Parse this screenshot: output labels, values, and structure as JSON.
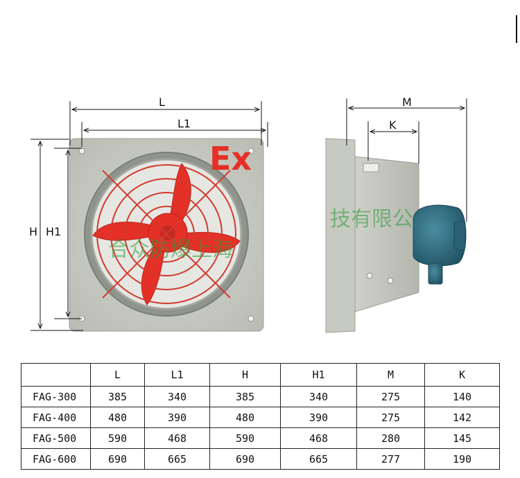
{
  "drawing": {
    "front_dims": {
      "width_outer": "L",
      "width_inner": "L1",
      "height_outer": "H",
      "height_inner": "H1"
    },
    "side_dims": {
      "depth_total": "M",
      "depth_body": "K"
    },
    "ex_mark": "Ex",
    "watermark_left": "合众防爆上海",
    "watermark_right": "技有限公"
  },
  "colors": {
    "fan_red": "#e53027",
    "housing_gray": "#c9ccc4",
    "motor_blue": "#2f6e82"
  },
  "table": {
    "headers": [
      "",
      "L",
      "L1",
      "H",
      "H1",
      "M",
      "K"
    ],
    "rows": [
      [
        "FAG-300",
        "385",
        "340",
        "385",
        "340",
        "275",
        "140"
      ],
      [
        "FAG-400",
        "480",
        "390",
        "480",
        "390",
        "275",
        "142"
      ],
      [
        "FAG-500",
        "590",
        "468",
        "590",
        "468",
        "280",
        "145"
      ],
      [
        "FAG-600",
        "690",
        "665",
        "690",
        "665",
        "277",
        "190"
      ]
    ]
  }
}
